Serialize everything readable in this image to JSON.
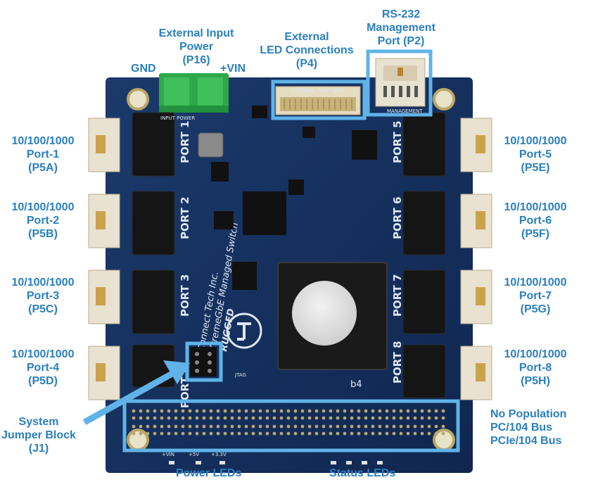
{
  "labels": {
    "gnd": "GND",
    "vin": "+VIN",
    "ext_power": [
      "External Input",
      "Power",
      "(P16)"
    ],
    "ext_led": [
      "External",
      "LED Connections",
      "(P4)"
    ],
    "rs232": [
      "RS-232",
      "Management",
      "Port (P2)"
    ],
    "port1": [
      "10/100/1000",
      "Port-1",
      "(P5A)"
    ],
    "port2": [
      "10/100/1000",
      "Port-2",
      "(P5B)"
    ],
    "port3": [
      "10/100/1000",
      "Port-3",
      "(P5C)"
    ],
    "port4": [
      "10/100/1000",
      "Port-4",
      "(P5D)"
    ],
    "port5": [
      "10/100/1000",
      "Port-5",
      "(P5E)"
    ],
    "port6": [
      "10/100/1000",
      "Port-6",
      "(P5F)"
    ],
    "port7": [
      "10/100/1000",
      "Port-7",
      "(P5G)"
    ],
    "port8": [
      "10/100/1000",
      "Port-8",
      "(P5H)"
    ],
    "jumper": [
      "System",
      "Jumper Block",
      "(J1)"
    ],
    "nopop": [
      "No Population",
      "PC/104 Bus",
      "PCIe/104 Bus"
    ],
    "power_leds": "Power LEDs",
    "status_leds": "Status LEDs"
  },
  "silkscreen": {
    "port1": "PORT 1",
    "port2": "PORT 2",
    "port3": "PORT 3",
    "port4": "PORT 4",
    "port5": "PORT 5",
    "port6": "PORT 6",
    "port7": "PORT 7",
    "port8": "PORT 8",
    "company": "Connect Tech Inc.",
    "product": "XtremeGbE Managed Switch",
    "rugged": "RUGGED",
    "ext_port_leds": "EXTERNAL PORT LEDS",
    "input_power": "INPUT POWER",
    "management": "MANAGEMENT",
    "jtag": "JTAG",
    "plus_vin": "+VIN",
    "plus_5v": "+5V",
    "plus_3v3": "+3.3V",
    "chip_mark": "b4"
  },
  "colors": {
    "label": "#2a7fc1",
    "highlight": "#5fb3e8",
    "board": "#14305e",
    "terminal": "#2ea84a"
  }
}
